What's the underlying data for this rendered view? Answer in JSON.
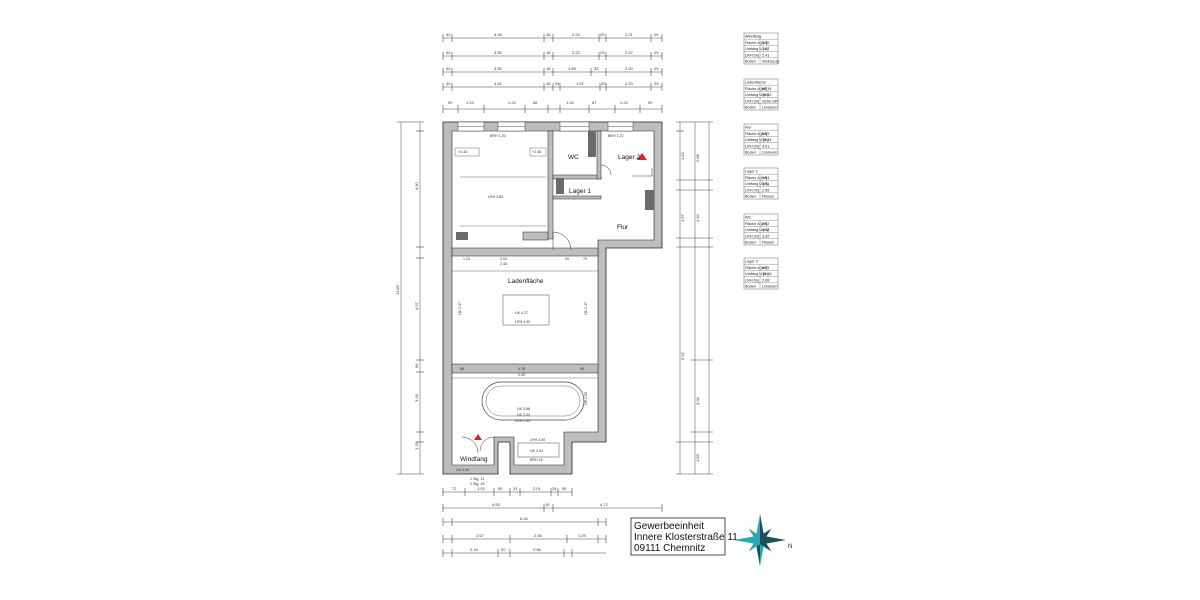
{
  "rooms": {
    "ladenflaeche": "Ladenfläche",
    "lager1": "Lager 1",
    "lager2": "Lager 2",
    "wc": "WC",
    "flur": "Flur",
    "windfang": "Windfang"
  },
  "annotations": {
    "brh_120": "BRH 1.20",
    "brh_122": "BRH 1.22",
    "lrh_380": "LRH 3.80",
    "uk_427": "UK 4.27",
    "lrh_440": "LRH 4.40",
    "uk_368": "UK 3.68",
    "uk_303": "UK 3.03",
    "lrh_255": "LRH 2.55",
    "lrh_300": "LRH 3.00",
    "uk_303b": "UK 3.03",
    "brh_15": "BRH 15",
    "uk_306": "UK 3.06",
    "uk_247a": "UK 2.47",
    "uk_247b": "UK 2.47",
    "uk_265": "UK 2.65",
    "lvl_244": "+2.44",
    "lvl_248": "+2.48",
    "stg": "1 Stg. 11",
    "stg2": "2 Stg. 15",
    "dim_476": "4.76",
    "dim_240": "2.40",
    "dim_204": "2.04",
    "dim_246": "2.46",
    "dim_124": "1.24",
    "dim_99": "99",
    "dim_79": "79",
    "dim_96": "96",
    "dim_98": "98"
  },
  "top_dims": [
    [
      "42",
      "4.48",
      "16",
      "2.24",
      "29",
      "2.21",
      "29"
    ],
    [
      "42",
      "4.50",
      "16",
      "2.22",
      "29",
      "2.22",
      "29"
    ],
    [
      "42",
      "4.50",
      "16",
      "1.89",
      "33",
      "2.00",
      "29"
    ],
    [
      "42",
      "4.51",
      "16",
      "34",
      "1.97",
      "20",
      "2.23",
      "29"
    ],
    [
      "50",
      "1.24",
      "1.24",
      "66",
      "1.24",
      "67",
      "1.24",
      "50"
    ]
  ],
  "bottom_dims": [
    [
      "72",
      "1.02",
      "50",
      "31",
      "2.01",
      "24",
      "55"
    ],
    [
      "4.53",
      "16",
      "4.72"
    ],
    [
      "6.34"
    ],
    [
      "2.67",
      "2.56",
      "1.29"
    ],
    [
      "2.16",
      "20",
      "2.56"
    ]
  ],
  "left_dims": [
    "4.90",
    "4.97",
    "96",
    "3.04",
    "1.32",
    "13.82"
  ],
  "right_dims": [
    "1.82",
    "2.88",
    "1.97",
    "1.94",
    "3.04",
    "9.52",
    "1.53"
  ],
  "tables": [
    {
      "title": "Windfang",
      "rows": [
        [
          "Fläche A [m²]",
          "3.10"
        ],
        [
          "Umfang U [m]",
          "7.27"
        ],
        [
          "LRH [m]",
          "2.41"
        ],
        [
          "Boden",
          "Steinzeug"
        ]
      ]
    },
    {
      "title": "Ladenfläche",
      "rows": [
        [
          "Fläche A [m²]",
          "80.34"
        ],
        [
          "Umfang U [m]",
          "50.82"
        ],
        [
          "LRH [m]",
          "siehe GR"
        ],
        [
          "Boden",
          "Linoleum"
        ]
      ]
    },
    {
      "title": "Flur",
      "rows": [
        [
          "Fläche A [m²]",
          "8.89"
        ],
        [
          "Umfang U [m]",
          "13.34"
        ],
        [
          "LRH [m]",
          "4.51"
        ],
        [
          "Boden",
          "Linoleum"
        ]
      ]
    },
    {
      "title": "Lager 1",
      "rows": [
        [
          "Fläche A [m²]",
          "1.64"
        ],
        [
          "Umfang U [m]",
          "5.51"
        ],
        [
          "LRH [m]",
          "2.55"
        ],
        [
          "Boden",
          "Fliesen"
        ]
      ]
    },
    {
      "title": "WC",
      "rows": [
        [
          "Fläche A [m²]",
          "2.62"
        ],
        [
          "Umfang U [m]",
          "6.13"
        ],
        [
          "LRH [m]",
          "3.35"
        ],
        [
          "Boden",
          "Fliesen"
        ]
      ]
    },
    {
      "title": "Lager 2",
      "rows": [
        [
          "Fläche A [m²]",
          "6.25"
        ],
        [
          "Umfang U [m]",
          "10.16"
        ],
        [
          "LRH [m]",
          "2.08"
        ],
        [
          "Boden",
          "Linoleum"
        ]
      ]
    }
  ],
  "title_block": {
    "line1": "Gewerbeeinheit",
    "line2": "Innere Klosterstraße 11",
    "line3": "09111 Chemnitz"
  },
  "compass": {
    "label": "N",
    "color_primary": "#2aa9b4",
    "color_dark": "#1b4f5a"
  }
}
